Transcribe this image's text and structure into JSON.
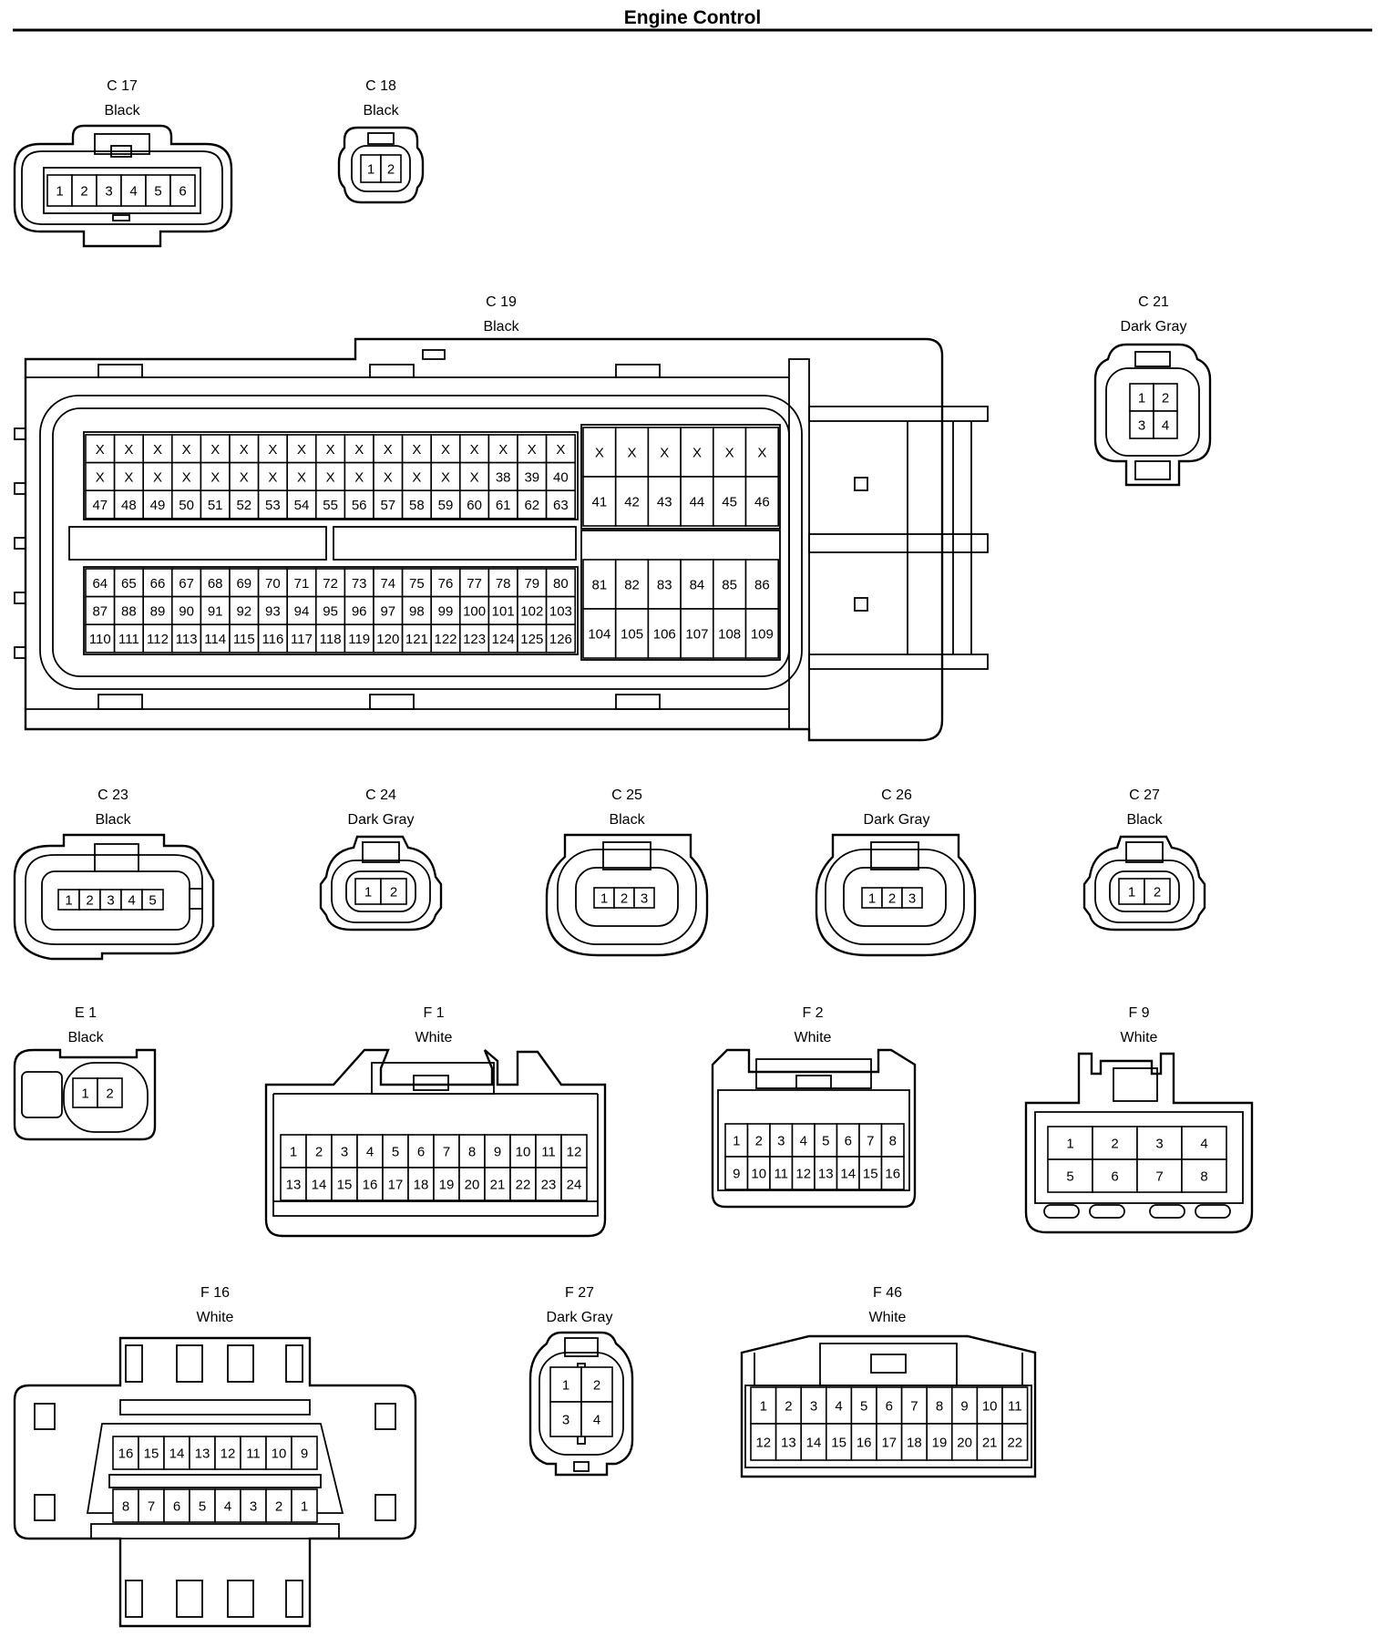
{
  "page": {
    "title": "Engine Control"
  },
  "connectors": [
    {
      "id": "C 17",
      "color": "Black",
      "rows": [
        [
          "1",
          "2",
          "3",
          "4",
          "5",
          "6"
        ]
      ]
    },
    {
      "id": "C 18",
      "color": "Black",
      "rows": [
        [
          "1",
          "2"
        ]
      ]
    },
    {
      "id": "C 19",
      "color": "Black",
      "rows": [
        [
          "X",
          "X",
          "X",
          "X",
          "X",
          "X",
          "X",
          "X",
          "X",
          "X",
          "X",
          "X",
          "X",
          "X",
          "X",
          "X",
          "X"
        ],
        [
          "X",
          "X",
          "X",
          "X",
          "X",
          "X",
          "X",
          "X",
          "X",
          "X",
          "X",
          "X",
          "X",
          "X",
          "38",
          "39",
          "40"
        ],
        [
          "47",
          "48",
          "49",
          "50",
          "51",
          "52",
          "53",
          "54",
          "55",
          "56",
          "57",
          "58",
          "59",
          "60",
          "61",
          "62",
          "63"
        ],
        [
          "64",
          "65",
          "66",
          "67",
          "68",
          "69",
          "70",
          "71",
          "72",
          "73",
          "74",
          "75",
          "76",
          "77",
          "78",
          "79",
          "80"
        ],
        [
          "87",
          "88",
          "89",
          "90",
          "91",
          "92",
          "93",
          "94",
          "95",
          "96",
          "97",
          "98",
          "99",
          "100",
          "101",
          "102",
          "103"
        ],
        [
          "110",
          "111",
          "112",
          "113",
          "114",
          "115",
          "116",
          "117",
          "118",
          "119",
          "120",
          "121",
          "122",
          "123",
          "124",
          "125",
          "126"
        ],
        [
          "X",
          "X",
          "X",
          "X",
          "X",
          "X"
        ],
        [
          "41",
          "42",
          "43",
          "44",
          "45",
          "46"
        ],
        [
          "81",
          "82",
          "83",
          "84",
          "85",
          "86"
        ],
        [
          "104",
          "105",
          "106",
          "107",
          "108",
          "109"
        ]
      ]
    },
    {
      "id": "C 21",
      "color": "Dark Gray",
      "rows": [
        [
          "1",
          "2"
        ],
        [
          "3",
          "4"
        ]
      ]
    },
    {
      "id": "C 23",
      "color": "Black",
      "rows": [
        [
          "1",
          "2",
          "3",
          "4",
          "5"
        ]
      ]
    },
    {
      "id": "C 24",
      "color": "Dark Gray",
      "rows": [
        [
          "1",
          "2"
        ]
      ]
    },
    {
      "id": "C 25",
      "color": "Black",
      "rows": [
        [
          "1",
          "2",
          "3"
        ]
      ]
    },
    {
      "id": "C 26",
      "color": "Dark Gray",
      "rows": [
        [
          "1",
          "2",
          "3"
        ]
      ]
    },
    {
      "id": "C 27",
      "color": "Black",
      "rows": [
        [
          "1",
          "2"
        ]
      ]
    },
    {
      "id": "E 1",
      "color": "Black",
      "rows": [
        [
          "1",
          "2"
        ]
      ]
    },
    {
      "id": "F 1",
      "color": "White",
      "rows": [
        [
          "1",
          "2",
          "3",
          "4",
          "5",
          "6",
          "7",
          "8",
          "9",
          "10",
          "11",
          "12"
        ],
        [
          "13",
          "14",
          "15",
          "16",
          "17",
          "18",
          "19",
          "20",
          "21",
          "22",
          "23",
          "24"
        ]
      ]
    },
    {
      "id": "F 2",
      "color": "White",
      "rows": [
        [
          "1",
          "2",
          "3",
          "4",
          "5",
          "6",
          "7",
          "8"
        ],
        [
          "9",
          "10",
          "11",
          "12",
          "13",
          "14",
          "15",
          "16"
        ]
      ]
    },
    {
      "id": "F 9",
      "color": "White",
      "rows": [
        [
          "1",
          "2",
          "3",
          "4"
        ],
        [
          "5",
          "6",
          "7",
          "8"
        ]
      ]
    },
    {
      "id": "F 16",
      "color": "White",
      "rows": [
        [
          "16",
          "15",
          "14",
          "13",
          "12",
          "11",
          "10",
          "9"
        ],
        [
          "8",
          "7",
          "6",
          "5",
          "4",
          "3",
          "2",
          "1"
        ]
      ]
    },
    {
      "id": "F 27",
      "color": "Dark Gray",
      "rows": [
        [
          "1",
          "2"
        ],
        [
          "3",
          "4"
        ]
      ]
    },
    {
      "id": "F 46",
      "color": "White",
      "rows": [
        [
          "1",
          "2",
          "3",
          "4",
          "5",
          "6",
          "7",
          "8",
          "9",
          "10",
          "11"
        ],
        [
          "12",
          "13",
          "14",
          "15",
          "16",
          "17",
          "18",
          "19",
          "20",
          "21",
          "22"
        ]
      ]
    }
  ]
}
